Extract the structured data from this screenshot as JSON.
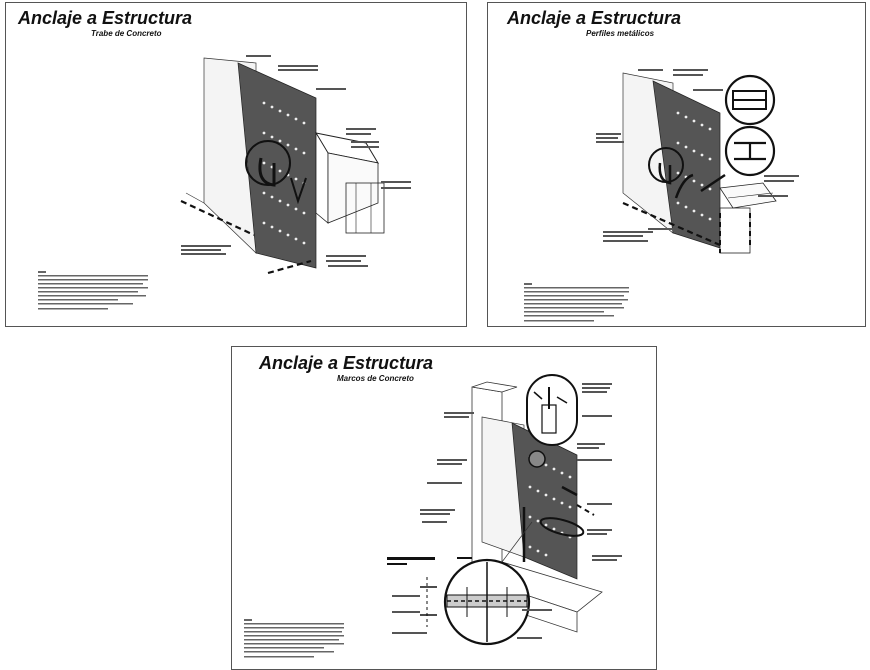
{
  "sheets": [
    {
      "title": "Anclaje a Estructura",
      "subtitle": "Trabe de Concreto"
    },
    {
      "title": "Anclaje a Estructura",
      "subtitle": "Perfiles metálicos"
    },
    {
      "title": "Anclaje a Estructura",
      "subtitle": "Marcos de Concreto"
    }
  ]
}
